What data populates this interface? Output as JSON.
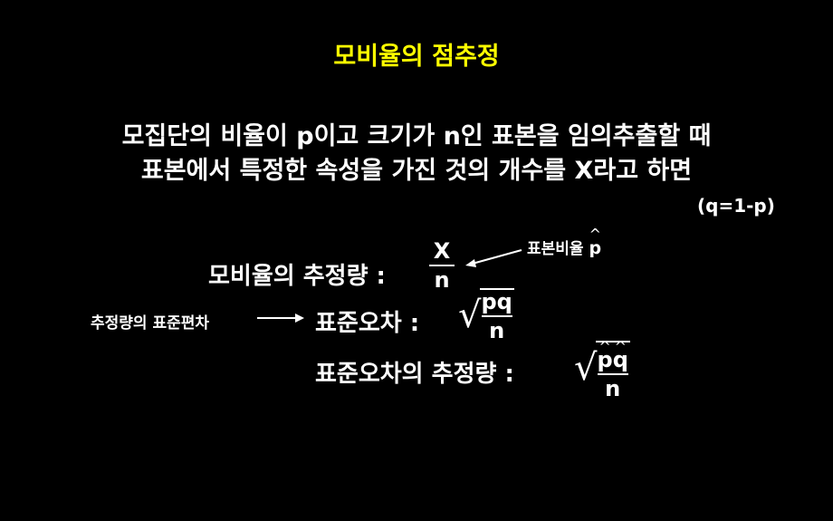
{
  "title": "모비율의 점추정",
  "body": {
    "line1": "모집단의 비율이 p이고 크기가 n인 표본을 임의추출할 때",
    "line2": "표본에서 특정한 속성을 가진 것의 개수를 X라고 하면",
    "note": "(q=1-p)"
  },
  "formulas": {
    "estimator_label": "모비율의 추정량 :",
    "estimator_num": "X",
    "estimator_den": "n",
    "sample_ratio_label": "표본비율",
    "sample_ratio_symbol": "p",
    "std_dev_label": "추정량의 표준편차",
    "std_error_label": "표준오차 :",
    "std_error_num": "pq",
    "std_error_den": "n",
    "std_error_est_label": "표준오차의 추정량 :",
    "std_error_est_p": "p",
    "std_error_est_q": "q",
    "std_error_est_den": "n"
  },
  "colors": {
    "title": "#ffff00",
    "text": "#ffffff",
    "background": "#000000"
  }
}
